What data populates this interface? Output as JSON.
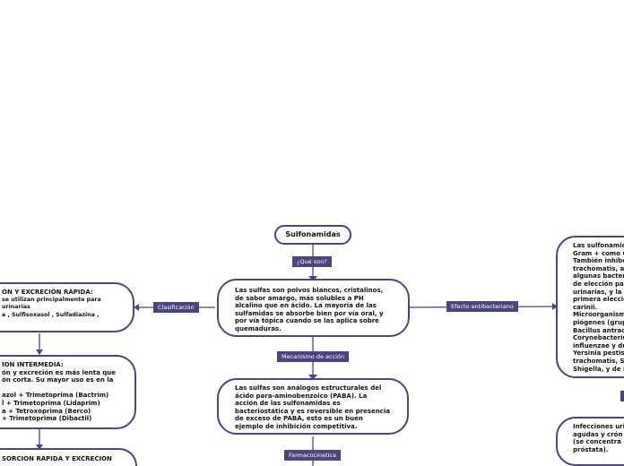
{
  "root": {
    "title": "Sulfonamidas"
  },
  "links": {
    "que_son": "¿Qué son?",
    "clasificacion": "Clasificación",
    "mecanismo": "Mecanismo de acción",
    "efecto": "Efecto antibacteriano",
    "farmacocinetica": "Farmacocinetica"
  },
  "nodes": {
    "que_son": [
      "Las sulfas son polvos blancos, cristalinos,",
      "de sabor amargo, más solubles a PH",
      "alcalino que en ácido. La mayoría de las",
      "sulfamidas se absorbe bien por vía oral, y",
      "por vía tópica cuando se las aplica sobre",
      "quemaduras."
    ],
    "mecanismo": [
      "Las sulfas son análogos estructurales del",
      "ácido para-aminobenzoico (PABA). La",
      "acción de las sulfonamidas es",
      "bacteriostática y es reversible en presencia",
      "de exceso de PABA, esto es un buen",
      "ejemplo de inhibición competitiva."
    ],
    "rapida": [
      "ÓN Y EXCRECIÓN RÁPIDA:",
      "se utilizan principalmente para",
      "urinarias",
      "a , Sulfisoxasol , Sulfadiazina ,"
    ],
    "intermedia": [
      "ION INTERMEDIA:",
      "ón y excreción es más lenta que",
      "ón corta. Su mayor uso es en la",
      "",
      "azol + Trimetoprima (Bactrim)",
      "l + Trimetoprima (Lidaprim)",
      "a + Tetroxoprima (Berco)",
      "+ Trimetoprima (Dibactil)"
    ],
    "absorcion": [
      "SORCION RAPIDA Y EXCRECION"
    ],
    "efecto": [
      "Las sulfonamid",
      "Gram + como G",
      "También inhibe",
      "trachomatis, al",
      "algunas bacter",
      "de elección par",
      "urinarias, y la n",
      "primera elecció",
      "carinii.",
      "Microorganism",
      "piógenes (grup",
      "Bacillus antrac",
      "Corynebacteriu",
      "influenzae y du",
      "Yersinia pestis",
      "trachomatis, S",
      "Shigella, y de E"
    ],
    "infecciones": [
      "Infecciones uri",
      "agudas y crón",
      "(se concentra",
      "próstata)."
    ]
  }
}
